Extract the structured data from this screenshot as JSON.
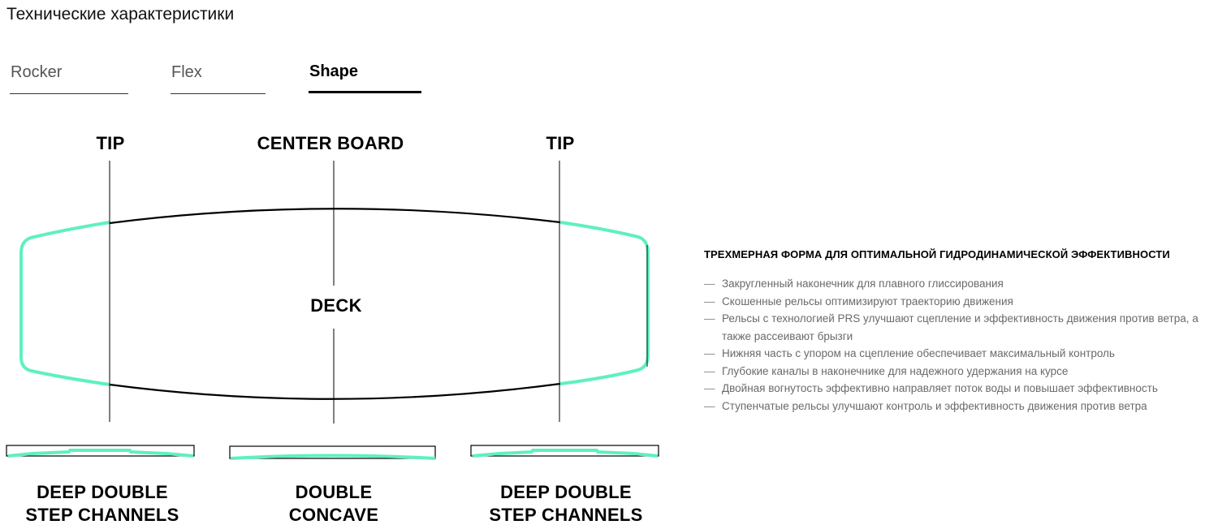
{
  "page": {
    "title": "Технические характеристики"
  },
  "tabs": [
    {
      "label": "Rocker",
      "active": false
    },
    {
      "label": "Flex",
      "active": false
    },
    {
      "label": "Shape",
      "active": true
    }
  ],
  "diagram": {
    "labels": {
      "tip_left": "TIP",
      "center_board": "CENTER BOARD",
      "tip_right": "TIP",
      "deck": "DECK",
      "bottom_left_line1": "DEEP DOUBLE",
      "bottom_left_line2": "STEP CHANNELS",
      "bottom_center_line1": "DOUBLE",
      "bottom_center_line2": "CONCAVE",
      "bottom_right_line1": "DEEP DOUBLE",
      "bottom_right_line2": "STEP CHANNELS"
    },
    "colors": {
      "accent": "#5ff0c0",
      "outline": "#000000"
    }
  },
  "specs": {
    "heading": "ТРЕХМЕРНАЯ ФОРМА ДЛЯ ОПТИМАЛЬНОЙ ГИДРОДИНАМИЧЕСКОЙ ЭФФЕКТИВНОСТИ",
    "bullet_glyph": "—",
    "items": [
      "Закругленный наконечник для плавного глиссирования",
      "Скошенные рельсы оптимизируют траекторию движения",
      "Рельсы с технологией PRS улучшают сцепление и эффективность движения против ветра, а также рассеивают брызги",
      "Нижняя часть с упором на сцепление обеспечивает максимальный контроль",
      "Глубокие каналы в наконечнике для надежного удержания на курсе",
      "Двойная вогнутость эффективно направляет поток воды и повышает эффективность",
      "Ступенчатые рельсы улучшают контроль и эффективность движения против ветра"
    ]
  }
}
